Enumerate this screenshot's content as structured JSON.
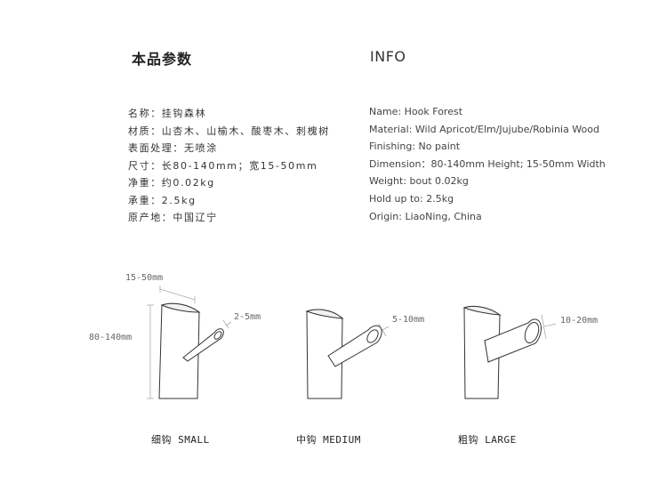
{
  "header": {
    "title_cn": "本品参数",
    "title_en": "INFO"
  },
  "specs_cn": [
    "名称：挂钩森林",
    "材质：山杏木、山榆木、酸枣木、刺槐树",
    "表面处理：无喷涂",
    "尺寸：长80-140mm；宽15-50mm",
    "净重：约0.02kg",
    "承重：2.5kg",
    "原产地：中国辽宁"
  ],
  "specs_en": [
    "Name: Hook Forest",
    "Material: Wild Apricot/Elm/Jujube/Robinia Wood",
    "Finishing: No paint",
    "Dimension：80-140mm Height; 15-50mm Width",
    "Weight: bout 0.02kg",
    "Hold up to: 2.5kg",
    "Origin: LiaoNing, China"
  ],
  "dimensions": {
    "width": "15-50mm",
    "height": "80-140mm",
    "peg_small": "2-5mm",
    "peg_medium": "5-10mm",
    "peg_large": "10-20mm"
  },
  "sizes": {
    "small": "细钩 SMALL",
    "medium": "中钩 MEDIUM",
    "large": "粗钩 LARGE"
  }
}
